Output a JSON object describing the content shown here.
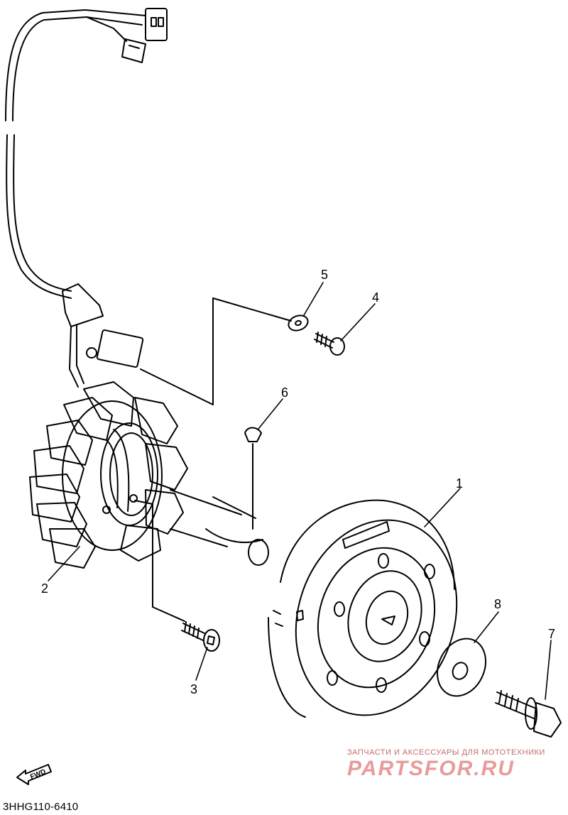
{
  "callouts": [
    "1",
    "2",
    "3",
    "4",
    "5",
    "6",
    "7",
    "8"
  ],
  "drawing_code": "3HHG110-6410",
  "fwd_label": "FWD",
  "watermark": {
    "line1": "ЗАПЧАСТИ И АКСЕССУАРЫ ДЛЯ МОТОТЕХНИКИ",
    "line2": "PARTSFOR.RU",
    "color": "#d64848"
  },
  "colors": {
    "line": "#000000",
    "background": "#ffffff"
  }
}
